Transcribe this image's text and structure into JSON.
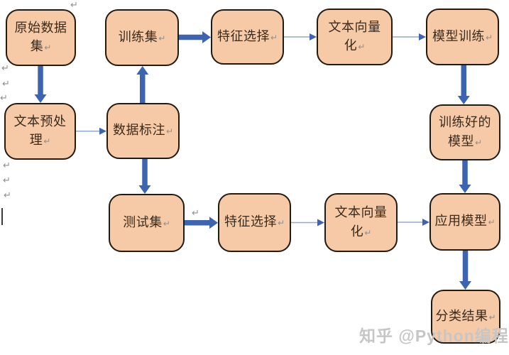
{
  "diagram": {
    "nodes": [
      {
        "id": "original-dataset",
        "label": "原始数据\n集"
      },
      {
        "id": "training-set",
        "label": "训练集"
      },
      {
        "id": "feature-selection-top",
        "label": "特征选择"
      },
      {
        "id": "text-vectorization-top",
        "label": "文本向量\n化"
      },
      {
        "id": "model-training",
        "label": "模型训练"
      },
      {
        "id": "text-preprocessing",
        "label": "文本预处\n理"
      },
      {
        "id": "data-annotation",
        "label": "数据标注"
      },
      {
        "id": "trained-model",
        "label": "训练好的\n模型"
      },
      {
        "id": "test-set",
        "label": "测试集"
      },
      {
        "id": "feature-selection-bottom",
        "label": "特征选择"
      },
      {
        "id": "text-vectorization-bottom",
        "label": "文本向量\n化"
      },
      {
        "id": "apply-model",
        "label": "应用模型"
      },
      {
        "id": "classification-result",
        "label": "分类结果"
      }
    ],
    "edges": [
      {
        "from": "original-dataset",
        "to": "text-preprocessing",
        "dir": "down",
        "style": "thick"
      },
      {
        "from": "text-preprocessing",
        "to": "data-annotation",
        "dir": "right",
        "style": "thin"
      },
      {
        "from": "data-annotation",
        "to": "training-set",
        "dir": "up",
        "style": "thick"
      },
      {
        "from": "data-annotation",
        "to": "test-set",
        "dir": "down",
        "style": "thick"
      },
      {
        "from": "training-set",
        "to": "feature-selection-top",
        "dir": "right",
        "style": "thick"
      },
      {
        "from": "feature-selection-top",
        "to": "text-vectorization-top",
        "dir": "right",
        "style": "thin"
      },
      {
        "from": "text-vectorization-top",
        "to": "model-training",
        "dir": "right",
        "style": "thin"
      },
      {
        "from": "model-training",
        "to": "trained-model",
        "dir": "down",
        "style": "thick"
      },
      {
        "from": "trained-model",
        "to": "apply-model",
        "dir": "down",
        "style": "thick"
      },
      {
        "from": "test-set",
        "to": "feature-selection-bottom",
        "dir": "right",
        "style": "thick"
      },
      {
        "from": "feature-selection-bottom",
        "to": "text-vectorization-bottom",
        "dir": "right",
        "style": "thin"
      },
      {
        "from": "text-vectorization-bottom",
        "to": "apply-model",
        "dir": "right",
        "style": "thin"
      },
      {
        "from": "apply-model",
        "to": "classification-result",
        "dir": "down",
        "style": "thick"
      }
    ]
  },
  "marks": {
    "return_glyph": "↵"
  },
  "watermark": {
    "text": "知乎 @Python编程"
  },
  "colors": {
    "node_fill": "#f6caa7",
    "node_border": "#241a10",
    "node_text": "#3a2b1c",
    "thick_arrow": "#3c64b0",
    "thin_arrow_line": "#92aacd",
    "thin_arrow_head": "#3f62b4",
    "return_mark": "#8f8f8f",
    "watermark": "#c6c6c6"
  }
}
